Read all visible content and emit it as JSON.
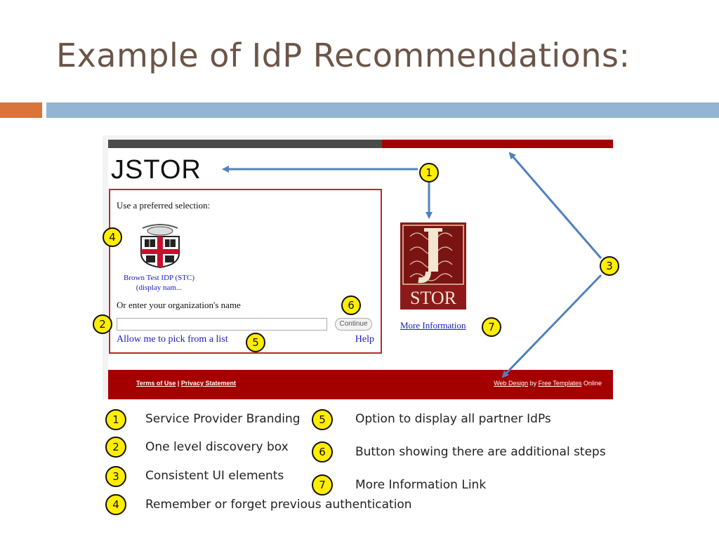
{
  "slide": {
    "title": "Example of IdP Recommendations:"
  },
  "colors": {
    "title": "#6b5548",
    "accent_orange": "#d9753a",
    "accent_blue": "#93b4d2",
    "jstor_red": "#a50000",
    "callout_yellow": "#ffee00",
    "link_blue": "#1a1acc"
  },
  "screenshot": {
    "brand": "JSTOR",
    "discovery": {
      "preferred_label": "Use a preferred selection:",
      "idp_name_line1": "Brown Test IDP (STC)",
      "idp_name_line2": "(display nam...",
      "enter_label": "Or enter your organization's name",
      "input_value": "",
      "continue_label": "Continue",
      "pick_link": "Allow me to pick from a list",
      "help_link": "Help"
    },
    "logo": {
      "letter": "J",
      "text": "STOR"
    },
    "more_info_link": "More Information",
    "footer": {
      "terms": "Terms of Use",
      "separator": "|",
      "privacy": "Privacy Statement",
      "web_design": "Web Design",
      "by": "by",
      "free_templates": "Free Templates",
      "online": "Online"
    }
  },
  "callouts": {
    "c1": "1",
    "c2": "2",
    "c3": "3",
    "c4": "4",
    "c5": "5",
    "c6": "6",
    "c7": "7"
  },
  "legend": [
    {
      "num": "1",
      "text": "Service Provider Branding"
    },
    {
      "num": "2",
      "text": "One level discovery box"
    },
    {
      "num": "3",
      "text": "Consistent UI elements"
    },
    {
      "num": "4",
      "text": "Remember or forget previous authentication"
    },
    {
      "num": "5",
      "text": "Option to display all partner IdPs"
    },
    {
      "num": "6",
      "text": "Button showing there are additional steps"
    },
    {
      "num": "7",
      "text": "More Information Link"
    }
  ]
}
